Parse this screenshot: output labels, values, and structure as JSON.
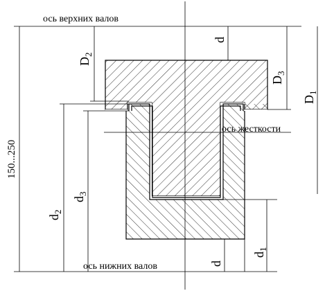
{
  "labels": {
    "upper_axis": "ось верхних валов",
    "lower_axis": "ось нижних валов",
    "stiffness_axis": "ось жесткости",
    "range": "150...250"
  },
  "dims": {
    "D1": {
      "main": "D",
      "sub": "1"
    },
    "D2": {
      "main": "D",
      "sub": "2"
    },
    "D3": {
      "main": "D",
      "sub": "3"
    },
    "d1": {
      "main": "d",
      "sub": "1"
    },
    "d2": {
      "main": "d",
      "sub": "2"
    },
    "d3": {
      "main": "d",
      "sub": "3"
    },
    "d_top": "d",
    "d_bottom": "d"
  },
  "colors": {
    "ink": "#000000",
    "background": "#ffffff"
  }
}
